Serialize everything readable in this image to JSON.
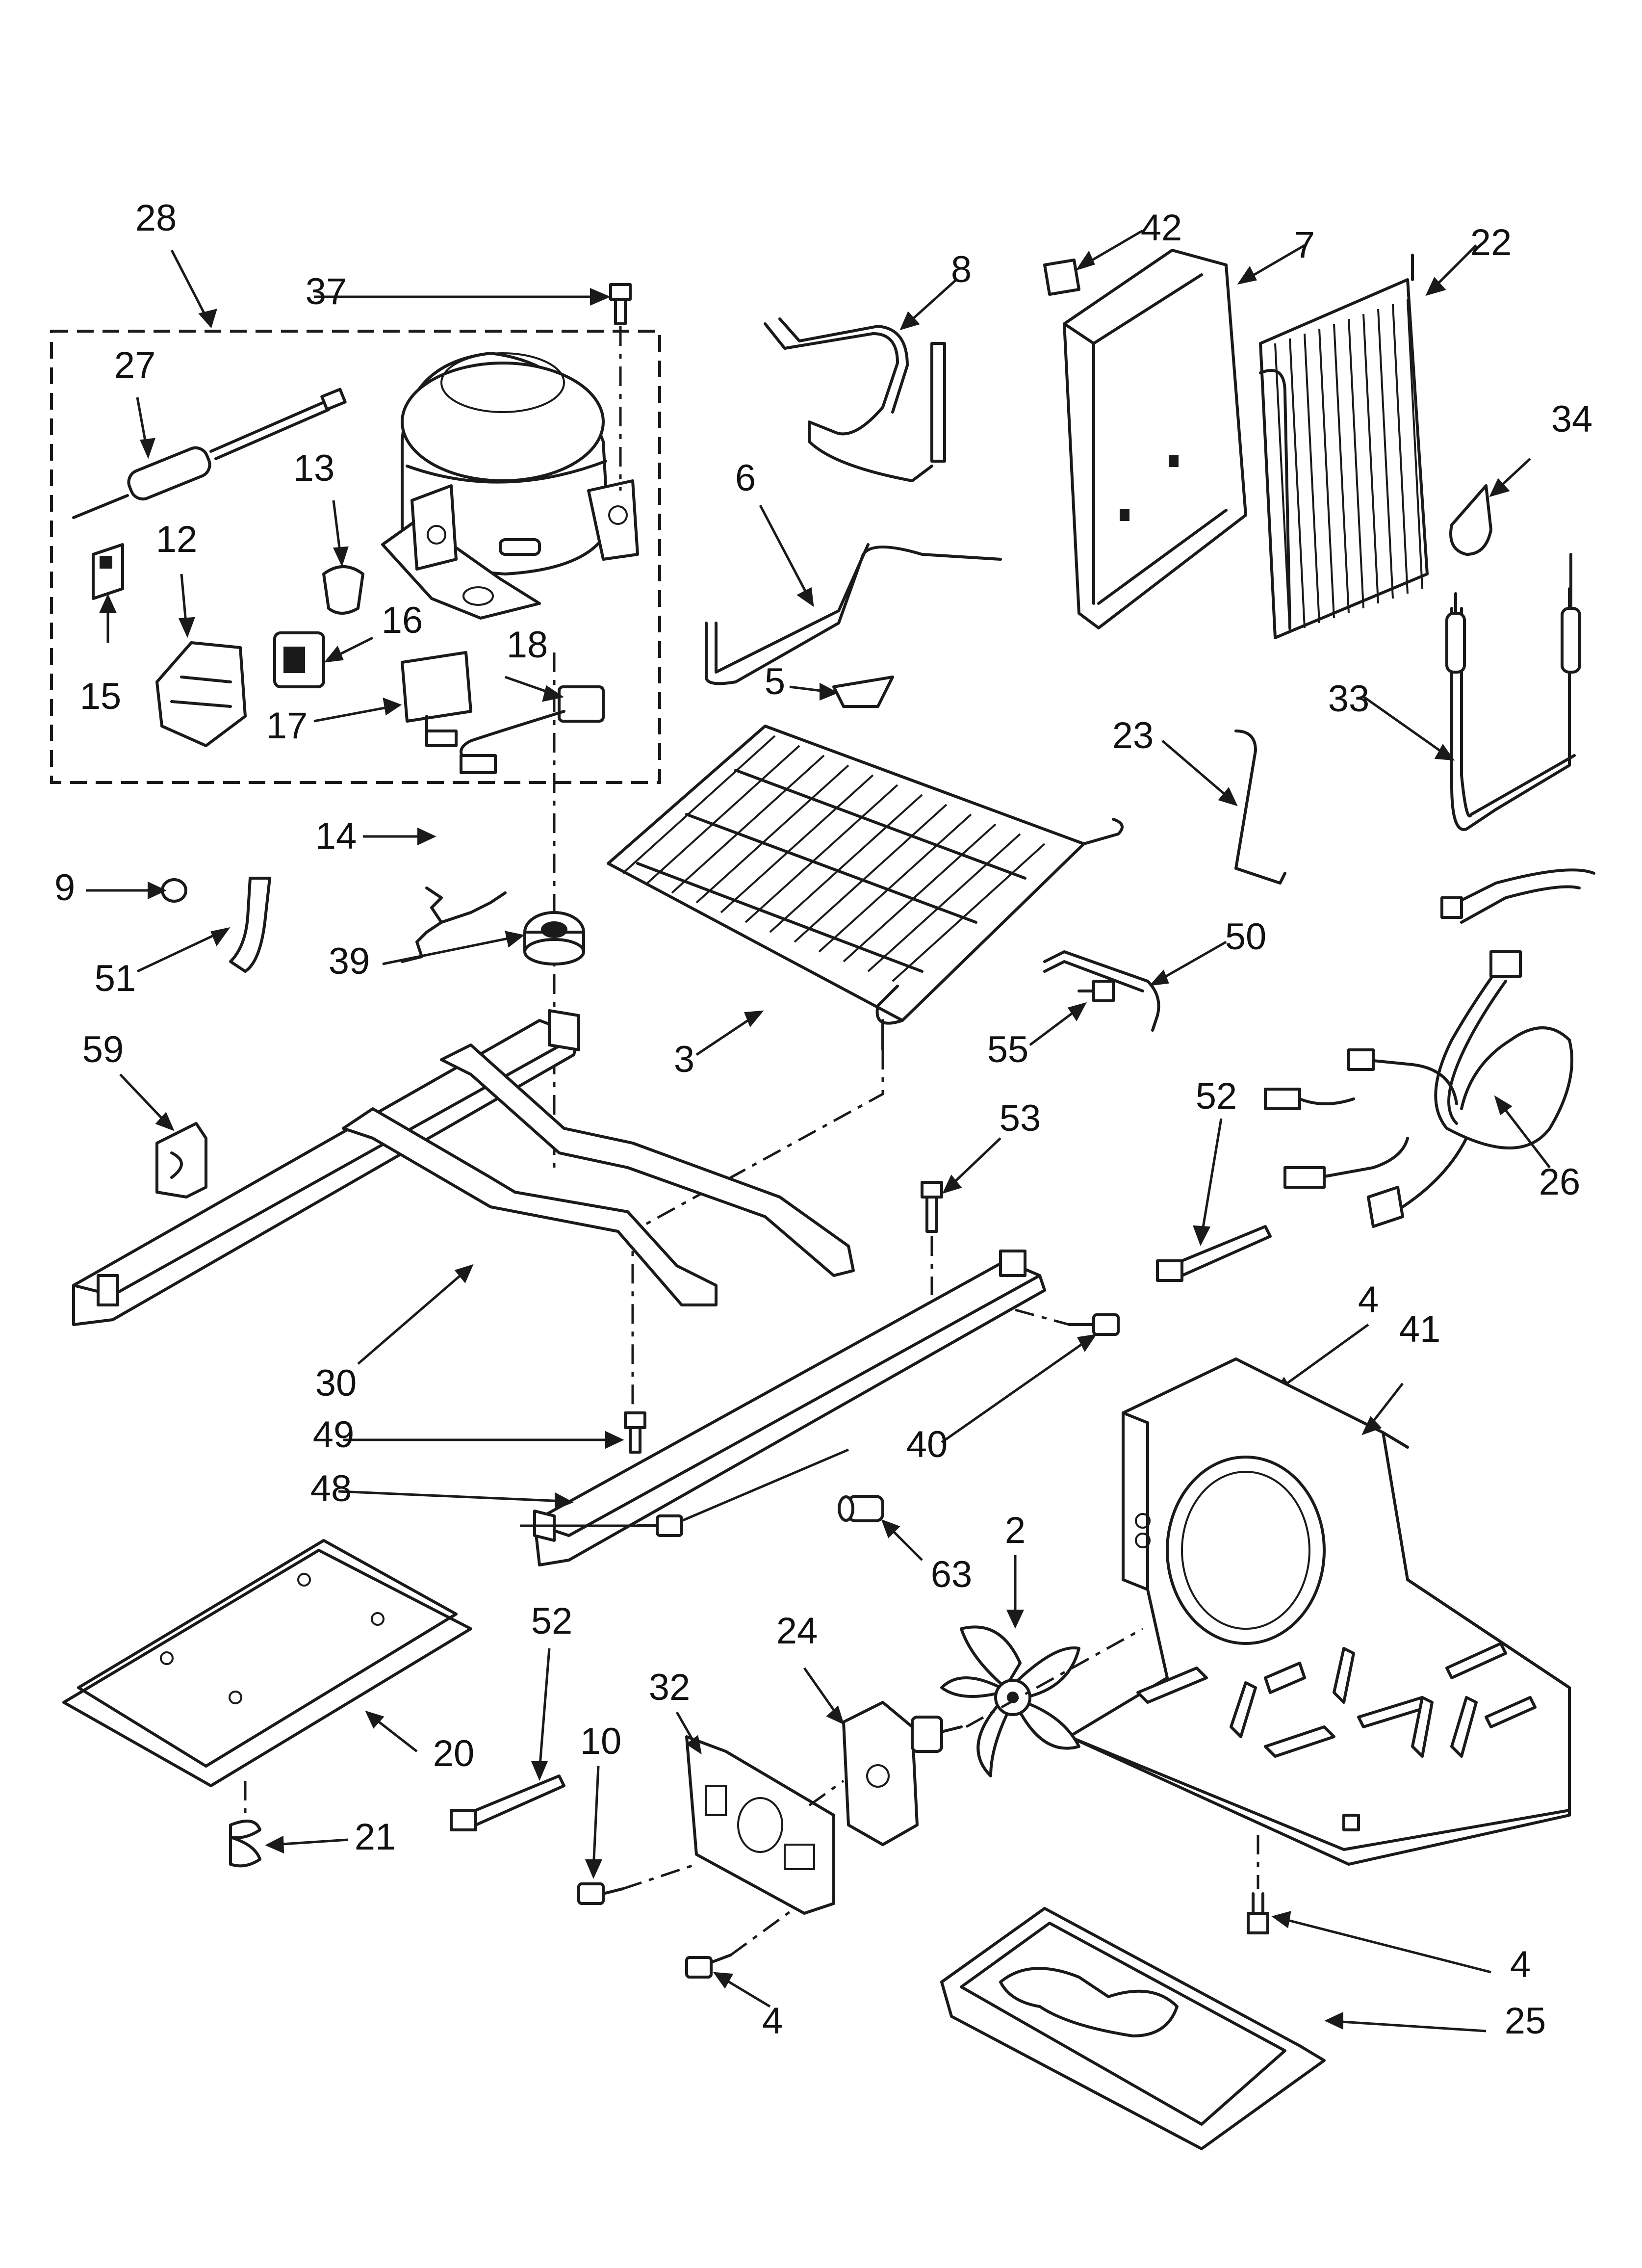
{
  "diagram": {
    "background": "#ffffff",
    "ink": "#1a1a1a",
    "labels": {
      "p28": "28",
      "p37": "37",
      "p27": "27",
      "p13": "13",
      "p12": "12",
      "p15": "15",
      "p16": "16",
      "p18": "18",
      "p17": "17",
      "p14": "14",
      "p9": "9",
      "p51": "51",
      "p39": "39",
      "p59": "59",
      "p8": "8",
      "p6": "6",
      "p5": "5",
      "p3": "3",
      "p42": "42",
      "p7": "7",
      "p22": "22",
      "p34": "34",
      "p33": "33",
      "p23": "23",
      "p50": "50",
      "p55": "55",
      "p52a": "52",
      "p26": "26",
      "p53": "53",
      "p30": "30",
      "p49": "49",
      "p48": "48",
      "p40": "40",
      "p4a": "4",
      "p41": "41",
      "p63": "63",
      "p2": "2",
      "p24": "24",
      "p32": "32",
      "p52b": "52",
      "p10": "10",
      "p20": "20",
      "p21": "21",
      "p4b": "4",
      "p4c": "4",
      "p25": "25"
    }
  }
}
